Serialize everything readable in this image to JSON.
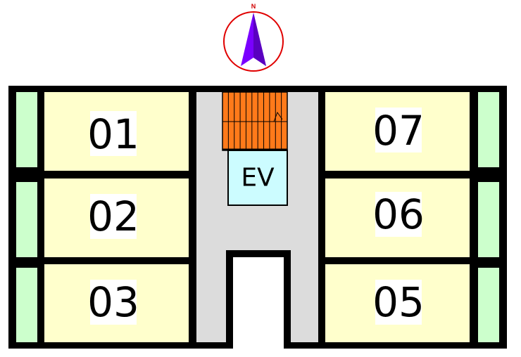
{
  "compass": {
    "label": "N",
    "icon": "north-arrow-icon",
    "ring_color": "#e00000",
    "arrow_color": "#7a00ff"
  },
  "elevator": {
    "label": "EV",
    "fill": "#ccfcff"
  },
  "stairs": {
    "icon": "stairs-icon",
    "fill": "#ff7a1a"
  },
  "colors": {
    "room": "#ffffcc",
    "balcony": "#ccffcc",
    "corridor": "#dcdcdc",
    "wall": "#000000",
    "label_bg": "#ffffff"
  },
  "rooms": {
    "r01": "01",
    "r02": "02",
    "r03": "03",
    "r07": "07",
    "r06": "06",
    "r05": "05"
  }
}
